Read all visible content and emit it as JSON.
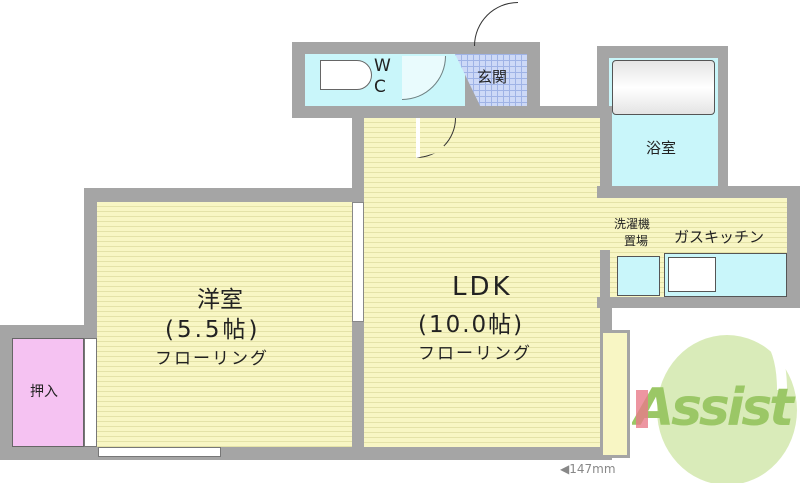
{
  "rooms": {
    "wc": "W\nC",
    "wc_w": "W",
    "wc_c": "C",
    "entrance": "玄関",
    "bath": "浴室",
    "washer_l1": "洗濯機",
    "washer_l2": "置場",
    "kitchen": "ガスキッチン",
    "western_name": "洋室",
    "western_size": "(5.5帖)",
    "western_floor": "フローリング",
    "ldk_name": "LDK",
    "ldk_size": "(10.0帖)",
    "ldk_floor": "フローリング",
    "closet": "押入"
  },
  "scale_note": "◀147mm",
  "logo": "Assist",
  "colors": {
    "wall": "#a5a5a5",
    "floor": "#f8f6c4",
    "wet": "#c9f6fa",
    "closet": "#f5c2f2",
    "entrance": "#cdd9f7",
    "logo": "#b9d98a"
  }
}
